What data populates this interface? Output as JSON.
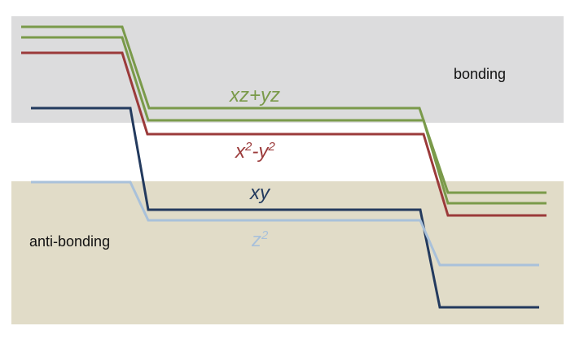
{
  "regions": {
    "bonding_label": "bonding",
    "antibonding_label": "anti-bonding",
    "bonding_color": "#dcdcdd",
    "antibonding_color": "#e1dcc8"
  },
  "orbitals": [
    {
      "name": "xz+yz",
      "label_parts": [
        "xz+yz"
      ],
      "color": "#7a9a4a",
      "count": 2
    },
    {
      "name": "x2-y2",
      "label_parts": [
        "x",
        "2",
        "-y",
        "2"
      ],
      "color": "#9b3a3a",
      "count": 1
    },
    {
      "name": "xy",
      "label_parts": [
        "xy"
      ],
      "color": "#233a5e",
      "count": 1
    },
    {
      "name": "z2",
      "label_parts": [
        "z",
        "2"
      ],
      "color": "#a9c1da",
      "count": 1
    }
  ]
}
